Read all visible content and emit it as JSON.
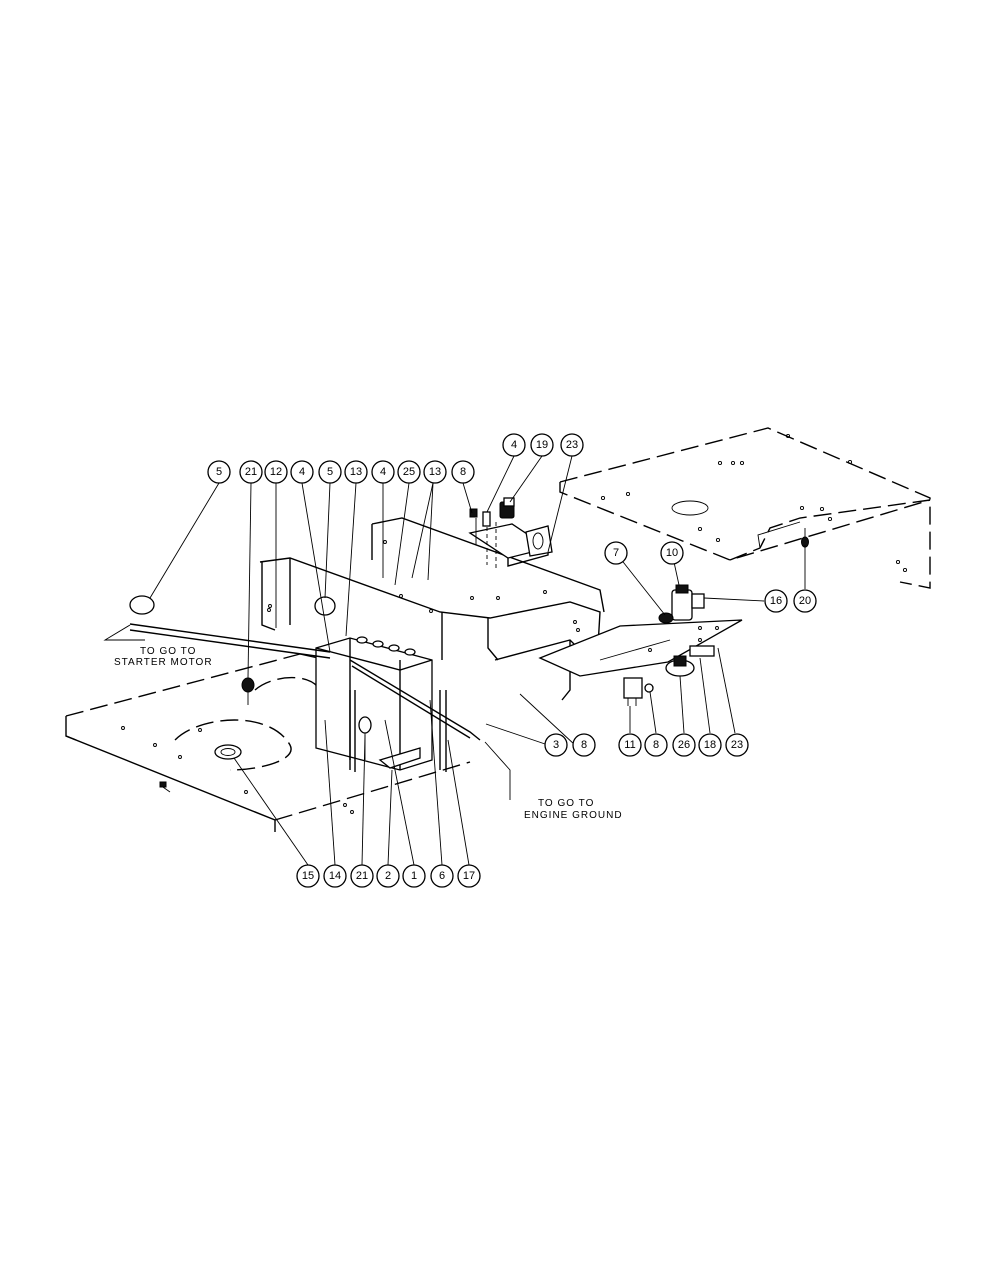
{
  "notes": {
    "starter_line1": "TO GO TO",
    "starter_line2": "STARTER MOTOR",
    "ground_line1": "TO GO TO",
    "ground_line2": "ENGINE GROUND"
  },
  "balloons": [
    {
      "id": "b-5a",
      "label": "5"
    },
    {
      "id": "b-21a",
      "label": "21"
    },
    {
      "id": "b-12",
      "label": "12"
    },
    {
      "id": "b-4a",
      "label": "4"
    },
    {
      "id": "b-5b",
      "label": "5"
    },
    {
      "id": "b-13a",
      "label": "13"
    },
    {
      "id": "b-4b",
      "label": "4"
    },
    {
      "id": "b-25",
      "label": "25"
    },
    {
      "id": "b-13b",
      "label": "13"
    },
    {
      "id": "b-8a",
      "label": "8"
    },
    {
      "id": "b-4c",
      "label": "4"
    },
    {
      "id": "b-19",
      "label": "19"
    },
    {
      "id": "b-23a",
      "label": "23"
    },
    {
      "id": "b-7",
      "label": "7"
    },
    {
      "id": "b-10",
      "label": "10"
    },
    {
      "id": "b-16",
      "label": "16"
    },
    {
      "id": "b-20",
      "label": "20"
    },
    {
      "id": "b-3",
      "label": "3"
    },
    {
      "id": "b-8b",
      "label": "8"
    },
    {
      "id": "b-11",
      "label": "11"
    },
    {
      "id": "b-8c",
      "label": "8"
    },
    {
      "id": "b-26",
      "label": "26"
    },
    {
      "id": "b-18",
      "label": "18"
    },
    {
      "id": "b-23b",
      "label": "23"
    },
    {
      "id": "b-15",
      "label": "15"
    },
    {
      "id": "b-14",
      "label": "14"
    },
    {
      "id": "b-21b",
      "label": "21"
    },
    {
      "id": "b-2",
      "label": "2"
    },
    {
      "id": "b-1",
      "label": "1"
    },
    {
      "id": "b-6",
      "label": "6"
    },
    {
      "id": "b-17",
      "label": "17"
    }
  ]
}
